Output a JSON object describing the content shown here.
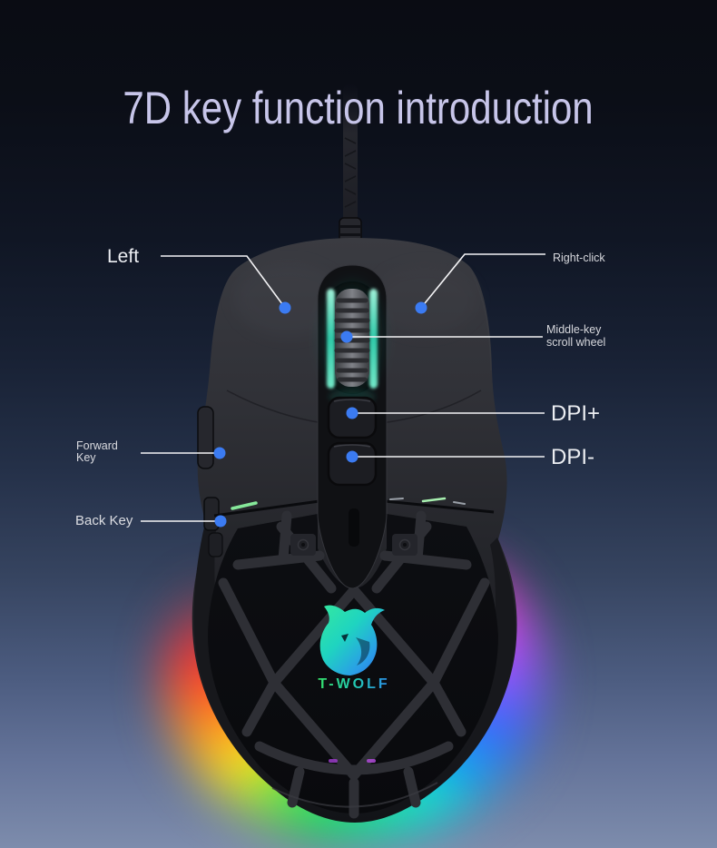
{
  "title": "7D key function introduction",
  "brand": "T-WOLF",
  "callouts": {
    "left": {
      "label": "Left"
    },
    "right_click": {
      "label": "Right-click"
    },
    "middle": {
      "line1": "Middle-key",
      "line2": "scroll wheel"
    },
    "dpi_plus": {
      "label": "DPI+"
    },
    "dpi_minus": {
      "label": "DPI-"
    },
    "forward": {
      "line1": "Forward",
      "line2": "Key"
    },
    "back": {
      "label": "Back Key"
    }
  },
  "colors": {
    "callout_dot": "#3b7bf2",
    "callout_line": "#f3f3f5",
    "title_text": "#c7c5e9",
    "label_text": "#eceef2",
    "wheel_glow": "#35e0c0",
    "seam_accent_green": "#86e89a",
    "glow_ring": [
      "#ff2e2e",
      "#ff8c1e",
      "#ffe81e",
      "#18e04a",
      "#00e0e0",
      "#2f6bff",
      "#b44dff",
      "#ff3dd0"
    ]
  }
}
